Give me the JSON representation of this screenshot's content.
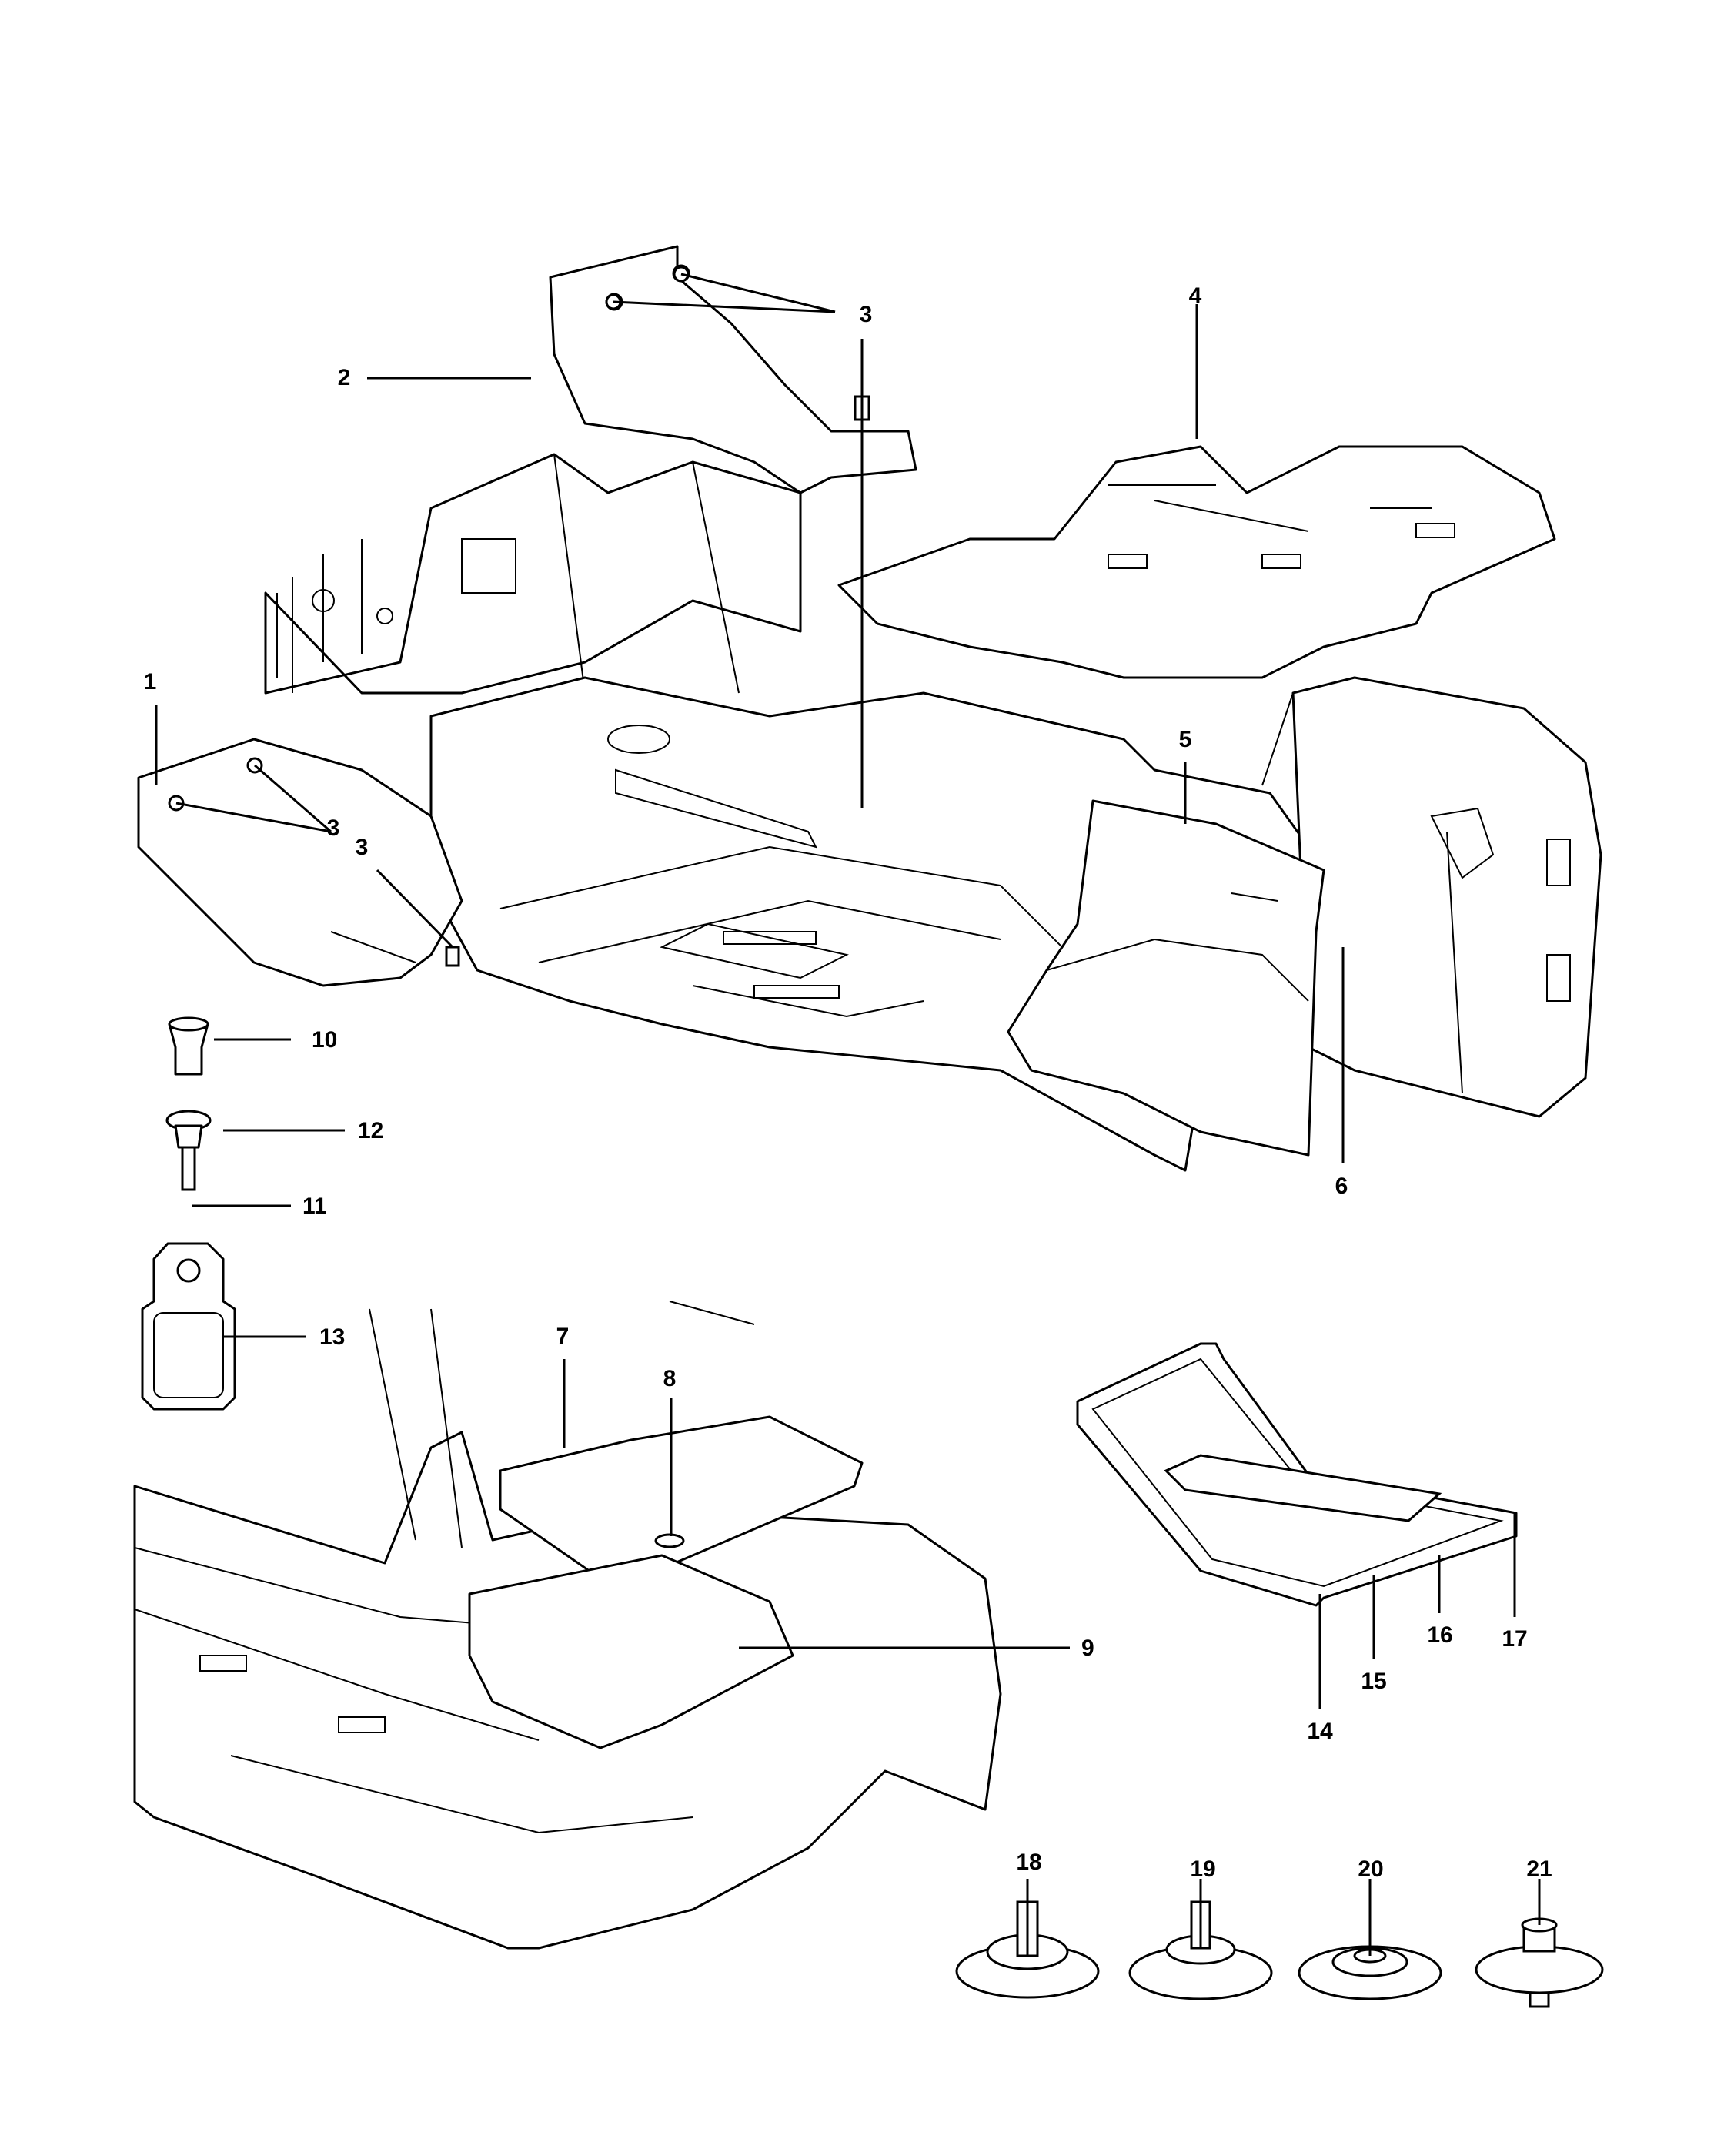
{
  "callouts": [
    "1",
    "2",
    "3",
    "3",
    "3",
    "4",
    "5",
    "6",
    "7",
    "8",
    "9",
    "10",
    "11",
    "12",
    "13",
    "14",
    "15",
    "16",
    "17",
    "18",
    "19",
    "20",
    "21"
  ]
}
